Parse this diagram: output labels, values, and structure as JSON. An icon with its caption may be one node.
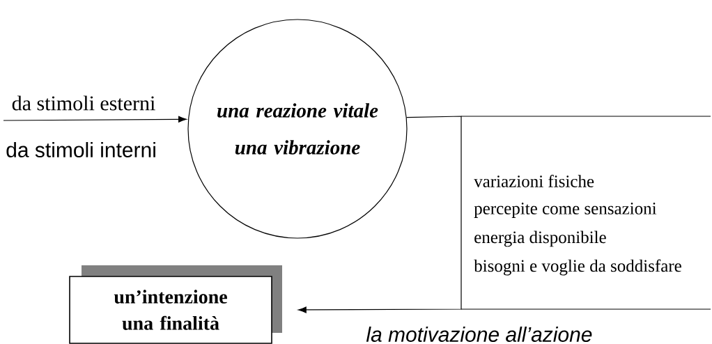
{
  "diagram": {
    "nodes": [
      {
        "text": [
          "una reazione vitale una vibrazione"
        ]
      },
      {
        "text": [
          "un’intenzione una finalità"
        ]
      }
    ],
    "edges": [
      {
        "from": null,
        "to": 0,
        "arrow": "to",
        "label": "da stimoli esterni"
      },
      {
        "from": 0,
        "to": 1,
        "arrow": "to",
        "label": "la motivazione all’azione"
      }
    ],
    "labels": [
      "da stimoli interni",
      "variazioni fisiche",
      "percepite come sensazioni",
      "energia disponibile",
      "bisogni e voglie da soddisfare"
    ]
  }
}
